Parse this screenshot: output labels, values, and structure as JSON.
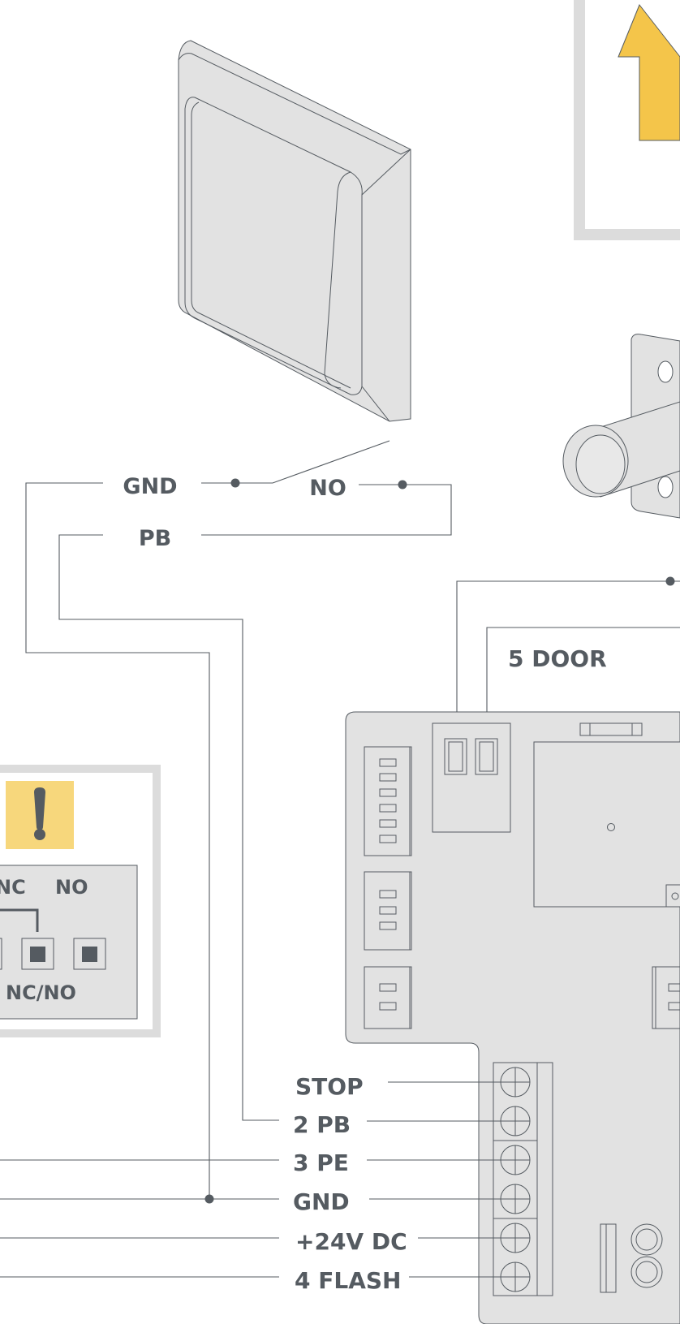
{
  "switch_labels": {
    "gnd": "GND",
    "no": "NO",
    "pb": "PB"
  },
  "door_label": "5 DOOR",
  "jumper_note": {
    "icon": "exclamation-icon",
    "nc": "NC",
    "no": "NO",
    "nc_no": "NC/NO"
  },
  "terminals": {
    "stop": "STOP",
    "pb": "2 PB",
    "pe": "3 PE",
    "gnd": "GND",
    "v24": "+24V DC",
    "flash": "4 FLASH"
  },
  "colors": {
    "line": "#555b61",
    "panel": "#e2e2e2",
    "warning": "#f7d77c",
    "arrow": "#f4c54a",
    "frame": "#dcdcdc"
  }
}
